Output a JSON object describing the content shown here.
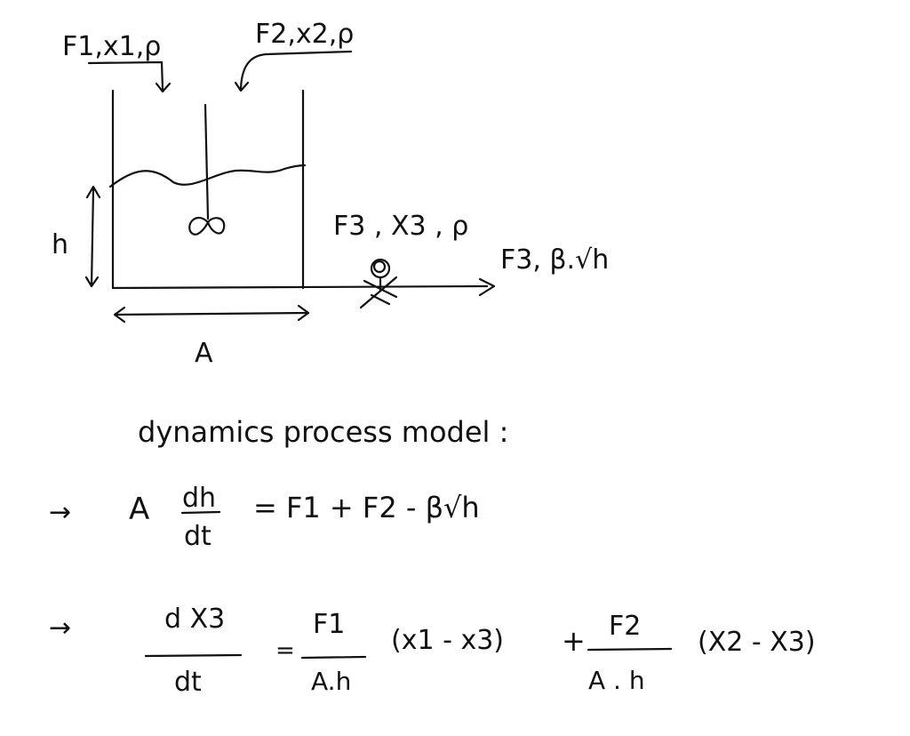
{
  "diagram": {
    "inlet1_label": "F1,x1,ρ",
    "inlet2_label": "F2,x2,ρ",
    "level_label": "h",
    "area_label": "A",
    "outlet_label": "F3 , X3 , ρ",
    "outlet_flow_label": "F3, β.√h"
  },
  "model": {
    "heading": "dynamics process model :",
    "eq1": {
      "arrow": "→",
      "lhs_coeff": "A",
      "num": "dh",
      "den": "dt",
      "rhs": "= F1 + F2 - β√h"
    },
    "eq2": {
      "arrow": "→",
      "num": "d X3",
      "den": "dt",
      "eq_sign": "=",
      "frac1_num": "F1",
      "frac1_den": "A.h",
      "term1": "(x1 - x3)",
      "plus": "+",
      "frac2_num": "F2",
      "frac2_den": "A . h",
      "term2": "(X2 - X3)"
    }
  }
}
